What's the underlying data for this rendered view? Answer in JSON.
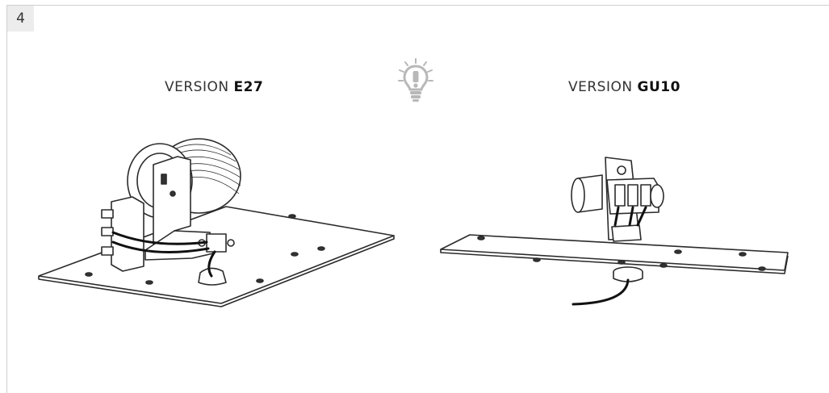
{
  "step": {
    "number": "4"
  },
  "versions": [
    {
      "prefix": "VERSION ",
      "code": "E27"
    },
    {
      "prefix": "VERSION ",
      "code": "GU10"
    }
  ],
  "icons": {
    "tip": "lightbulb-exclamation-icon"
  },
  "colors": {
    "line": "#2b2b2b",
    "badge_bg": "#ececec",
    "bulb": "#b8b8b8"
  }
}
